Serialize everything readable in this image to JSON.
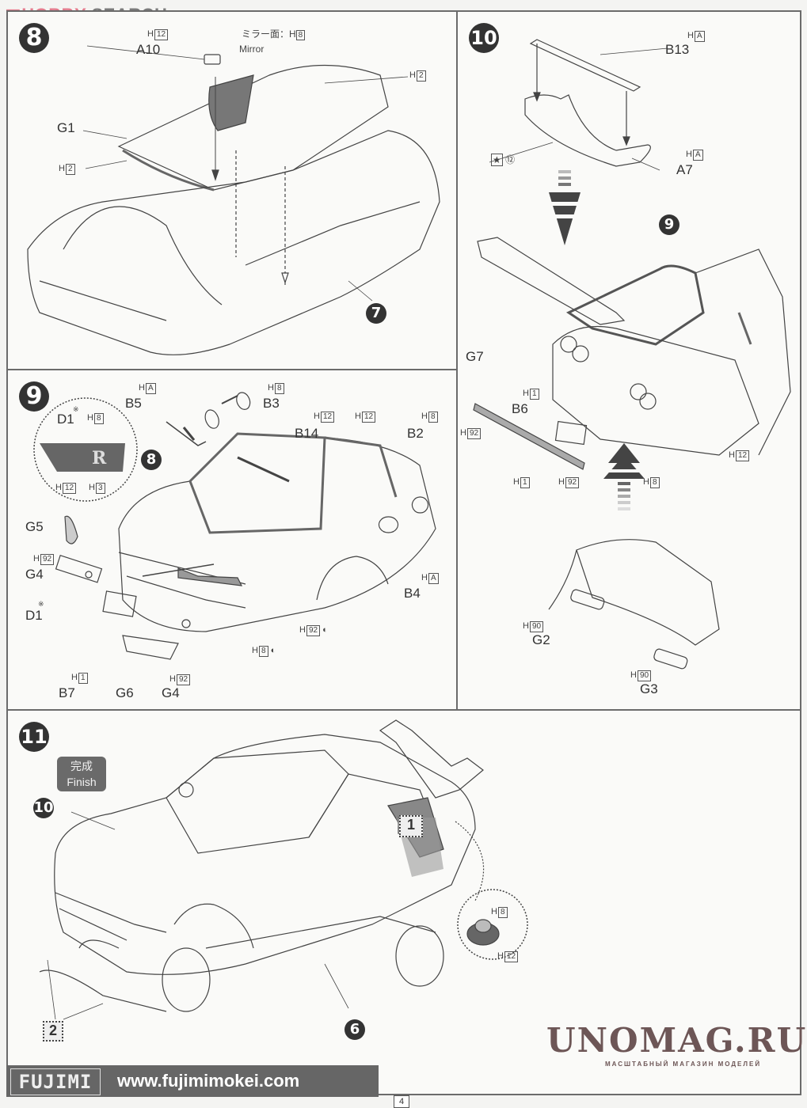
{
  "watermarks": {
    "hobby_search": {
      "part1": "HOBBY",
      "part2": " SEARCH",
      "accent": "#e37a8c"
    },
    "unomag": {
      "title": "UNOMAG.RU",
      "subtitle": "МАСШТАБНЫЙ МАГАЗИН МОДЕЛЕЙ",
      "color": "#6d5656"
    }
  },
  "step8": {
    "number": "8",
    "labels": {
      "a10": "A10",
      "g1": "G1",
      "mirror": "Mirror",
      "mirror_jp": "ミラー面：H",
      "sub_step": "7"
    },
    "colors": {
      "a10": "12",
      "mirror": "8",
      "window_top": "2",
      "window_left": "2"
    }
  },
  "step9": {
    "number": "9",
    "labels": {
      "b5": "B5",
      "b3": "B3",
      "b14": "B14",
      "b2": "B2",
      "b4": "B4",
      "d1_detail": "D1",
      "d1": "D1",
      "g5": "G5",
      "g4_top": "G4",
      "g4_bottom": "G4",
      "b7": "B7",
      "g6": "G6",
      "sub_step": "8",
      "emblem": "R",
      "asterisk": "※"
    },
    "colors": {
      "b5": "A",
      "b3": "8",
      "b14_a": "12",
      "b14_b": "12",
      "b2": "8",
      "b4": "A",
      "d1_emblem": "8",
      "d1_base": "12",
      "d1_r": "3",
      "g4_top": "92",
      "b7": "1",
      "g4_bottom": "92",
      "lamp_a": "92",
      "lamp_b": "8"
    }
  },
  "step10": {
    "number": "10",
    "labels": {
      "b13": "B13",
      "a7": "A7",
      "star_num": "⑫",
      "sub_step": "9",
      "g7": "G7",
      "b6": "B6",
      "g2": "G2",
      "g3": "G3"
    },
    "colors": {
      "b13": "A",
      "a7": "A",
      "b6": "1",
      "g7_left": "92",
      "g7_bottom_left": "1",
      "g7_bottom_right": "92",
      "tail": "8",
      "window": "12",
      "g2": "90",
      "g3": "90"
    }
  },
  "step11": {
    "number": "11",
    "finish_jp": "完成",
    "finish_en": "Finish",
    "labels": {
      "sub_step_10": "10",
      "sub_step_6": "6",
      "box1": "1",
      "box2": "2"
    },
    "colors": {
      "cap_top": "8",
      "cap_base": "12"
    }
  },
  "footer": {
    "brand": "FUJIMI",
    "url": "www.fujimimokei.com",
    "page": "4"
  },
  "h_prefix": "H"
}
